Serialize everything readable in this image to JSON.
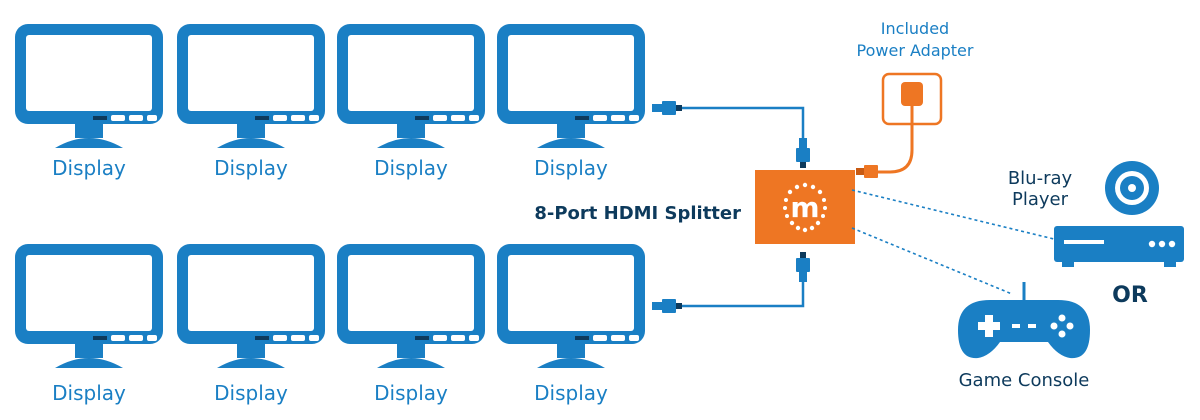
{
  "displays": {
    "label": "Display",
    "top_row": [
      "Display",
      "Display",
      "Display",
      "Display"
    ],
    "bottom_row": [
      "Display",
      "Display",
      "Display",
      "Display"
    ]
  },
  "splitter": {
    "label": "8-Port HDMI Splitter",
    "logo_letter": "m"
  },
  "power_adapter": {
    "line1": "Included",
    "line2": "Power Adapter"
  },
  "bluray": {
    "line1": "Blu-ray",
    "line2": "Player"
  },
  "or_label": "OR",
  "game_console": {
    "label": "Game Console"
  },
  "colors": {
    "primary_blue": "#1a7fc4",
    "splitter_orange": "#ee7623",
    "navy": "#0d3a5c",
    "background": "#ffffff"
  }
}
